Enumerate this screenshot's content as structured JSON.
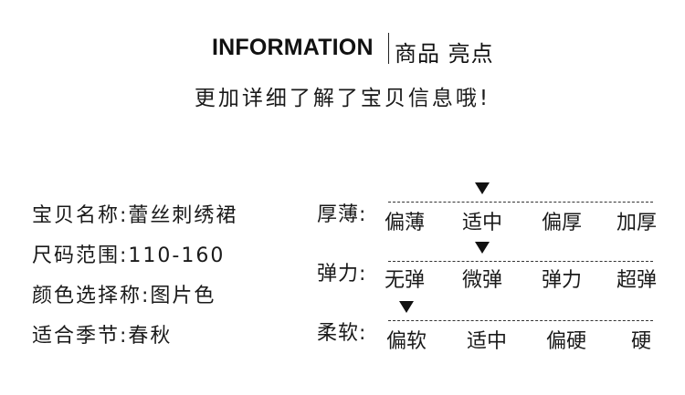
{
  "header": {
    "title_en": "INFORMATION",
    "title_cn": "商品 亮点",
    "subtitle": "更加详细了解了宝贝信息哦!"
  },
  "specs": [
    {
      "label": "宝贝名称:",
      "value": "蕾丝刺绣裙"
    },
    {
      "label": "尺码范围:",
      "value": "110-160"
    },
    {
      "label": "颜色选择称:",
      "value": "图片色"
    },
    {
      "label": "适合季节:",
      "value": "春秋"
    }
  ],
  "scales": [
    {
      "label": "厚薄:",
      "options": [
        "偏薄",
        "适中",
        "偏厚",
        "加厚"
      ],
      "selected": "适中"
    },
    {
      "label": "弹力:",
      "options": [
        "无弹",
        "微弹",
        "弹力",
        "超弹"
      ],
      "selected": "微弹"
    },
    {
      "label": "柔软:",
      "options": [
        "偏软",
        "适中",
        "偏硬",
        "硬"
      ],
      "selected": "偏软"
    }
  ]
}
